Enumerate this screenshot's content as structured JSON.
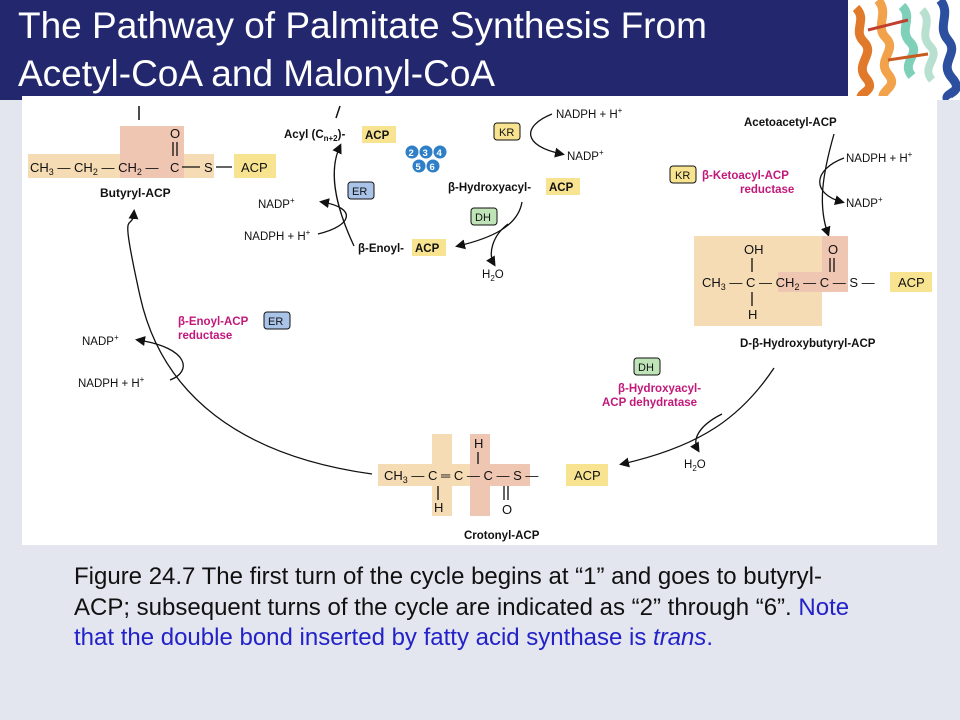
{
  "header": {
    "title_line1": "The Pathway of Palmitate Synthesis From",
    "title_line2": "Acetyl-CoA and Malonyl-CoA"
  },
  "figure": {
    "butyryl_label": "Butyryl-ACP",
    "acyl_label_a": "Acyl (C",
    "acyl_label_sub": "n+2",
    "acyl_label_b": ")-",
    "acp": "ACP",
    "cycle_numbers": [
      "2",
      "3",
      "4",
      "5",
      "6"
    ],
    "kr": "KR",
    "er": "ER",
    "dh": "DH",
    "nadph": "NADPH + H+",
    "nadp": "NADP+",
    "h2o": "H2O",
    "hydroxyacyl_small": "β-Hydroxyacyl-",
    "enoyl_small": "β-Enoyl-",
    "acetoacetyl_label": "Acetoacetyl-ACP",
    "ketoacyl_reductase_1": "β-Ketoacyl-ACP",
    "ketoacyl_reductase_2": "reductase",
    "hydroxybutyryl_label": "D-β-Hydroxybutyryl-ACP",
    "dehydratase_1": "β-Hydroxyacyl-",
    "dehydratase_2": "ACP dehydratase",
    "enoyl_reductase_1": "β-Enoyl-ACP",
    "enoyl_reductase_2": "reductase",
    "crotonyl_label": "Crotonyl-ACP",
    "atoms": {
      "ch3": "CH3",
      "ch2": "CH2",
      "c": "C",
      "s": "S",
      "o": "O",
      "oh": "OH",
      "h": "H"
    }
  },
  "caption": {
    "part1": "Figure 24.7  The first turn of the cycle begins at “1” and goes to butyryl-ACP; subsequent turns of the cycle are indicated as “2” through “6”.  ",
    "part2": "Note that the double bond inserted by  fatty acid synthase is ",
    "part2_italic": "trans",
    "part2_end": "."
  }
}
